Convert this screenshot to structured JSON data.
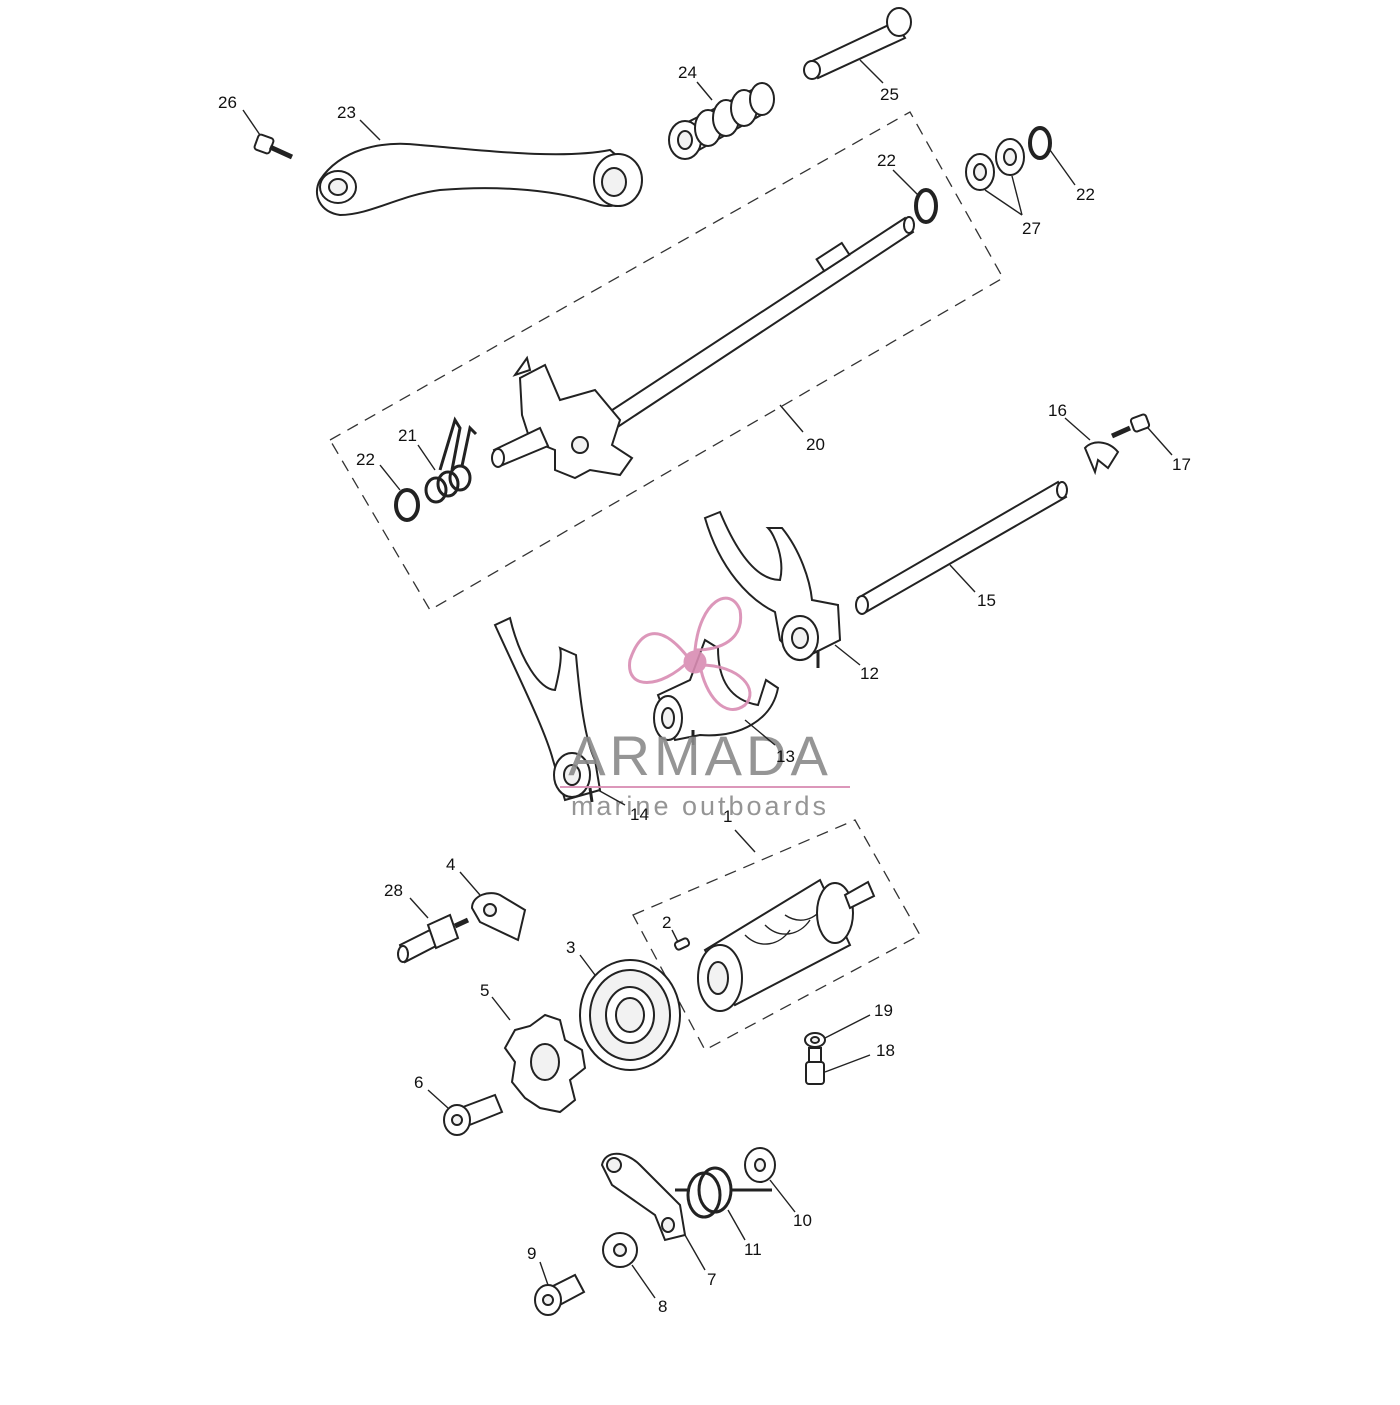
{
  "diagram": {
    "callouts": [
      {
        "id": "c1",
        "text": "1"
      },
      {
        "id": "c2",
        "text": "2"
      },
      {
        "id": "c3",
        "text": "3"
      },
      {
        "id": "c4",
        "text": "4"
      },
      {
        "id": "c5",
        "text": "5"
      },
      {
        "id": "c6",
        "text": "6"
      },
      {
        "id": "c7",
        "text": "7"
      },
      {
        "id": "c8",
        "text": "8"
      },
      {
        "id": "c9",
        "text": "9"
      },
      {
        "id": "c10",
        "text": "10"
      },
      {
        "id": "c11",
        "text": "11"
      },
      {
        "id": "c12",
        "text": "12"
      },
      {
        "id": "c13",
        "text": "13"
      },
      {
        "id": "c14",
        "text": "14"
      },
      {
        "id": "c15",
        "text": "15"
      },
      {
        "id": "c16",
        "text": "16"
      },
      {
        "id": "c17",
        "text": "17"
      },
      {
        "id": "c18",
        "text": "18"
      },
      {
        "id": "c19",
        "text": "19"
      },
      {
        "id": "c20",
        "text": "20"
      },
      {
        "id": "c21",
        "text": "21"
      },
      {
        "id": "c22a",
        "text": "22"
      },
      {
        "id": "c22b",
        "text": "22"
      },
      {
        "id": "c22c",
        "text": "22"
      },
      {
        "id": "c23",
        "text": "23"
      },
      {
        "id": "c24",
        "text": "24"
      },
      {
        "id": "c25",
        "text": "25"
      },
      {
        "id": "c26",
        "text": "26"
      },
      {
        "id": "c27",
        "text": "27"
      },
      {
        "id": "c28",
        "text": "28"
      }
    ]
  },
  "watermark": {
    "title": "ARMADA",
    "subtitle": "marine outboards",
    "accent_color": "#d98cb3",
    "text_color": "#8a8a8a"
  },
  "colors": {
    "line": "#222222",
    "background": "#ffffff"
  }
}
